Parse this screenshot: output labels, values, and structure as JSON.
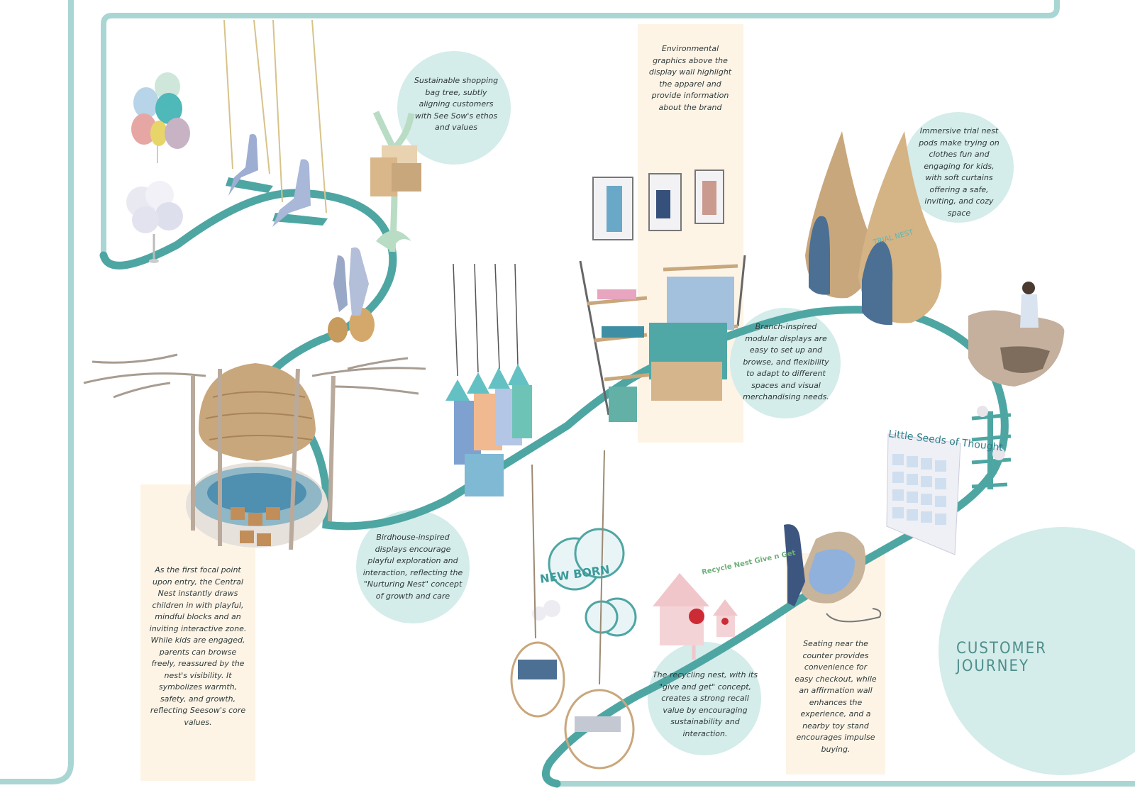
{
  "title": "CUSTOMER JOURNEY",
  "notes": {
    "bag_tree": "Sustainable shopping\nbag tree, subtly\naligning customers\nwith See Sow's ethos\nand values",
    "graphics": "Environmental\ngraphics above the\ndisplay wall highlight\nthe apparel and\nprovide information\nabout the brand",
    "nest_pods": "Immersive trial nest\npods make trying on\nclothes fun and\nengaging for kids,\nwith soft curtains\noffering a safe,\ninviting, and cozy\nspace",
    "branch": "Branch-inspired\nmodular displays are\neasy to set up and\nbrowse, and flexibility\nto adapt to different\nspaces and visual\nmerchandising needs.",
    "birdhouse": "Birdhouse-inspired\ndisplays encourage\nplayful exploration and\ninteraction, reflecting the\n\"Nurturing Nest\" concept\nof growth and care",
    "central_nest": "As the first focal point\nupon entry, the Central\nNest instantly draws\nchildren in with playful,\nmindful blocks and an\ninviting interactive zone.\nWhile kids are engaged,\nparents can browse\nfreely, reassured by the\nnest's visibility. It\nsymbolizes warmth,\nsafety, and growth,\nreflecting Seesow's core\nvalues.",
    "recycling": "The recycling nest, with its\n\"give and get\" concept,\ncreates a strong recall\nvalue by encouraging\nsustainability and\ninteraction.",
    "seating": "Seating near the\ncounter provides\nconvenience for\neasy checkout, while\nan affirmation wall\nenhances the\nexperience, and a\nnearby toy stand\nencourages impulse\nbuying."
  },
  "signage": {
    "affirmation_wall": "Little Seeds of Thought",
    "pod_label": "TRIAL NEST",
    "cloud_sign": "NEW BORN",
    "recycle_sign": "Recycle Nest Give n Get"
  },
  "colors": {
    "path": "#4ea6a3",
    "frame": "#a9d6d3",
    "bubble": "#d4ecea",
    "panel": "#fdf4e6",
    "wood": "#c9a77c"
  }
}
